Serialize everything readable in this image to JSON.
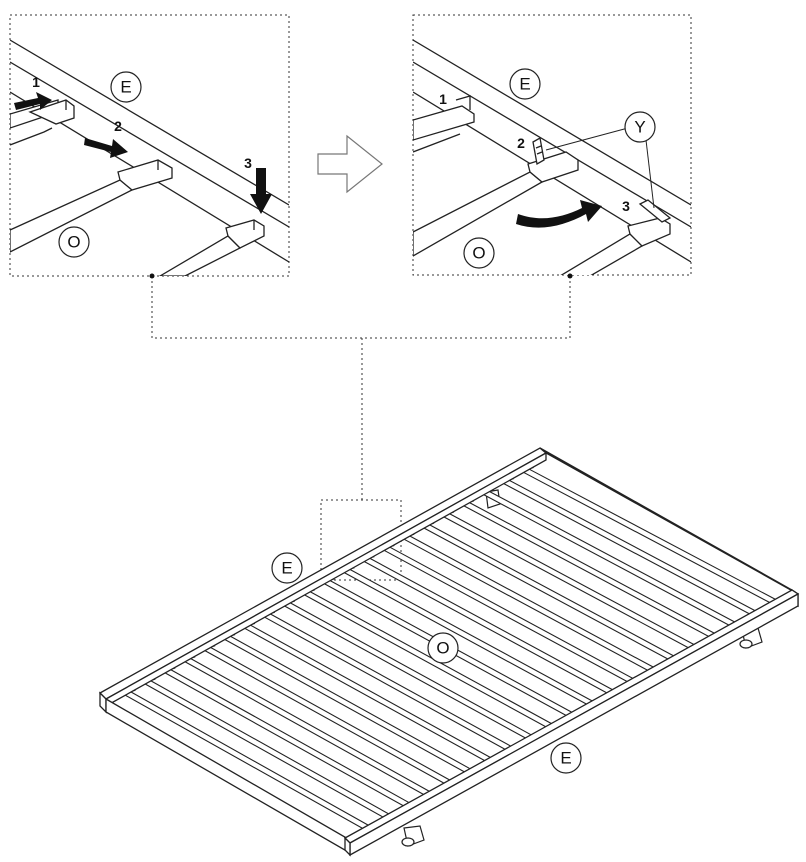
{
  "labels": {
    "frame": "E",
    "slat": "O",
    "clip": "Y"
  },
  "steps": {
    "s1": "1",
    "s2": "2",
    "s3": "3"
  },
  "colors": {
    "line": "#222222",
    "fill": "#ffffff",
    "arrow": "#111111"
  }
}
